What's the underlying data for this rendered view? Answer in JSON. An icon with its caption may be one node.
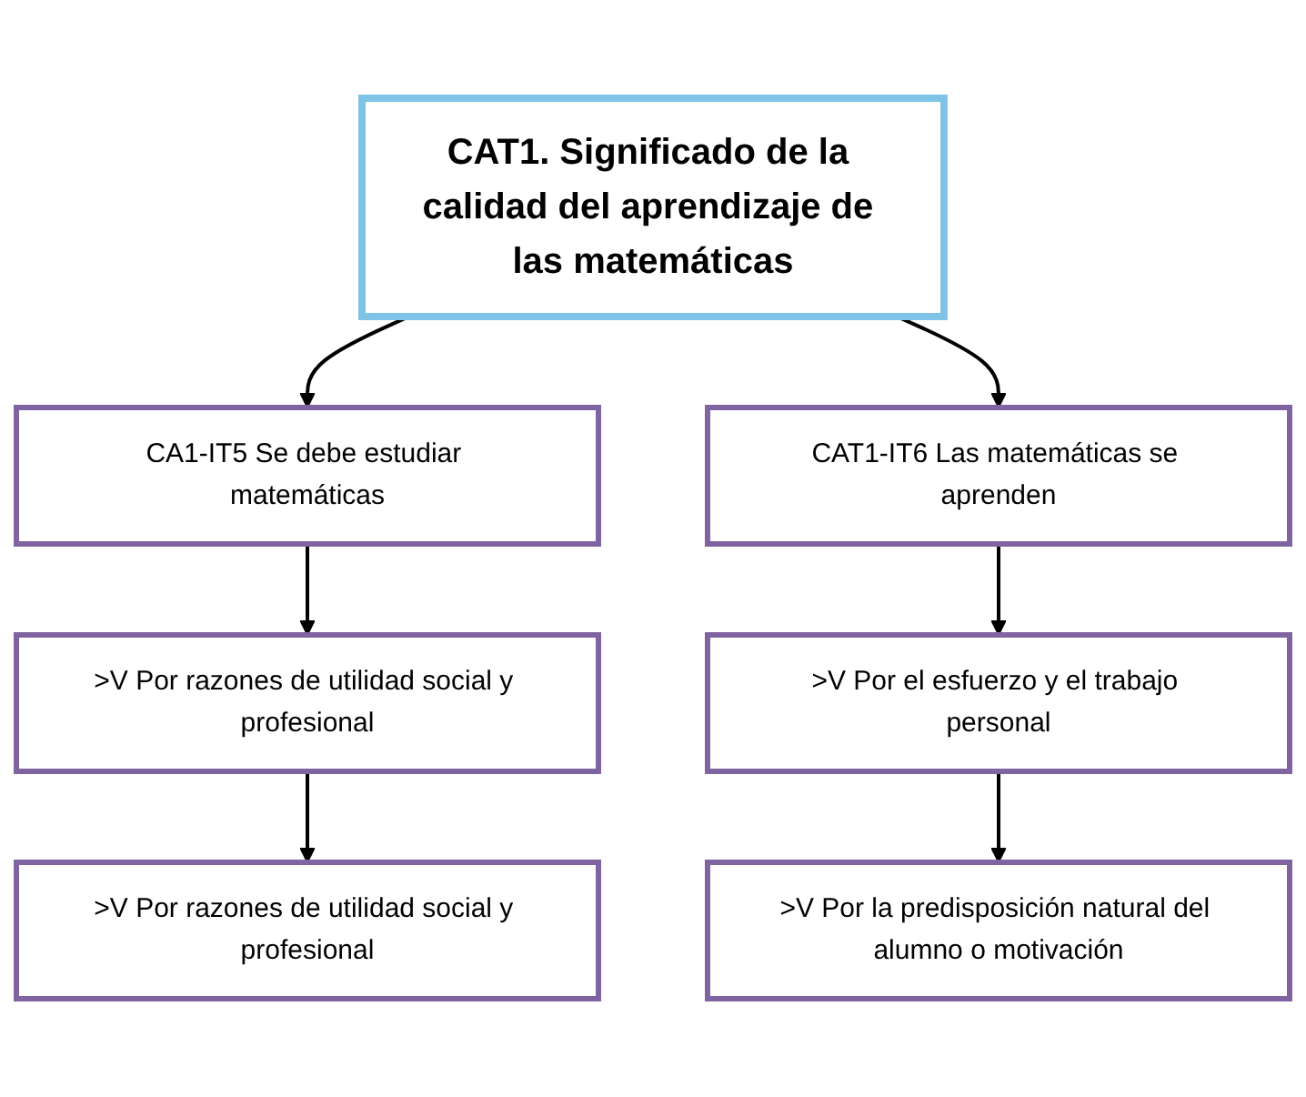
{
  "diagram": {
    "nodes": [
      {
        "text": [
          "CAT1. Significado de la calidad del aprendizaje de las matemáticas"
        ]
      },
      {
        "text": [
          "CA1-IT5 Se debe estudiar matemáticas"
        ]
      },
      {
        "text": [
          "CAT1-IT6 Las matemáticas se aprenden"
        ]
      },
      {
        "text": [
          ">V Por razones de utilidad social y profesional"
        ]
      },
      {
        "text": [
          ">V Por el esfuerzo y el trabajo personal"
        ]
      },
      {
        "text": [
          ">V Por razones de utilidad social y profesional"
        ]
      },
      {
        "text": [
          ">V Por la predisposición natural del alumno o motivación"
        ]
      }
    ],
    "edges": [
      {
        "from": 0,
        "to": 1,
        "arrow": "to"
      },
      {
        "from": 0,
        "to": 2,
        "arrow": "to"
      },
      {
        "from": 1,
        "to": 3,
        "arrow": "to"
      },
      {
        "from": 2,
        "to": 4,
        "arrow": "to"
      },
      {
        "from": 3,
        "to": 5,
        "arrow": "to"
      },
      {
        "from": 4,
        "to": 6,
        "arrow": "to"
      }
    ]
  }
}
